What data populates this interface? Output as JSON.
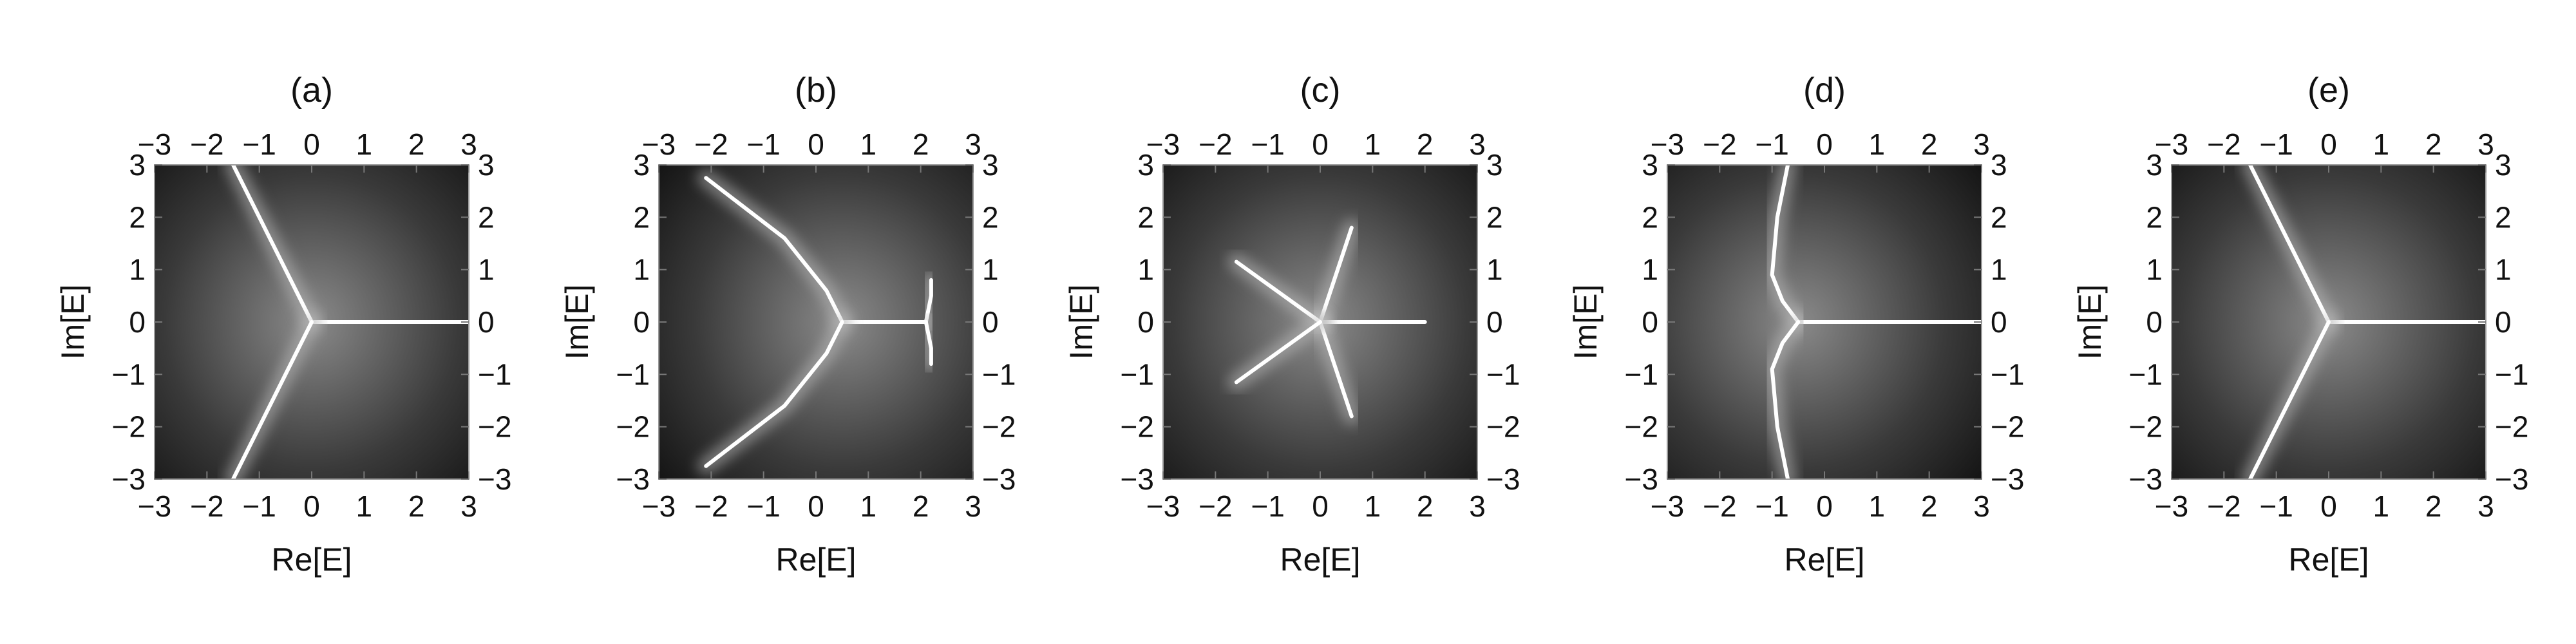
{
  "chart_data": [
    {
      "type": "heatmap",
      "title": "(a)",
      "xlabel": "Re[E]",
      "ylabel": "Im[E]",
      "xlim": [
        -3,
        3
      ],
      "ylim": [
        -3,
        3
      ],
      "ticks": [
        -3,
        -2,
        -1,
        0,
        1,
        2,
        3
      ],
      "colormap": "grayscale",
      "bright_lines": [
        {
          "points": [
            [
              0,
              0
            ],
            [
              3,
              0
            ]
          ]
        },
        {
          "points": [
            [
              0,
              0
            ],
            [
              -1.5,
              3
            ]
          ]
        },
        {
          "points": [
            [
              0,
              0
            ],
            [
              -1.5,
              -3
            ]
          ]
        }
      ]
    },
    {
      "type": "heatmap",
      "title": "(b)",
      "xlabel": "Re[E]",
      "ylabel": "Im[E]",
      "xlim": [
        -3,
        3
      ],
      "ylim": [
        -3,
        3
      ],
      "ticks": [
        -3,
        -2,
        -1,
        0,
        1,
        2,
        3
      ],
      "colormap": "grayscale",
      "bright_lines": [
        {
          "points": [
            [
              0.5,
              0
            ],
            [
              2.1,
              0
            ]
          ]
        },
        {
          "points": [
            [
              2.1,
              0
            ],
            [
              2.2,
              0.5
            ],
            [
              2.2,
              0.8
            ]
          ]
        },
        {
          "points": [
            [
              2.1,
              0
            ],
            [
              2.2,
              -0.5
            ],
            [
              2.2,
              -0.8
            ]
          ]
        },
        {
          "points": [
            [
              0.5,
              0
            ],
            [
              0.2,
              0.6
            ],
            [
              -0.6,
              1.6
            ],
            [
              -2.1,
              2.75
            ]
          ]
        },
        {
          "points": [
            [
              0.5,
              0
            ],
            [
              0.2,
              -0.6
            ],
            [
              -0.6,
              -1.6
            ],
            [
              -2.1,
              -2.75
            ]
          ]
        }
      ]
    },
    {
      "type": "heatmap",
      "title": "(c)",
      "xlabel": "Re[E]",
      "ylabel": "Im[E]",
      "xlim": [
        -3,
        3
      ],
      "ylim": [
        -3,
        3
      ],
      "ticks": [
        -3,
        -2,
        -1,
        0,
        1,
        2,
        3
      ],
      "colormap": "grayscale",
      "bright_lines": [
        {
          "points": [
            [
              0,
              0
            ],
            [
              2.0,
              0
            ]
          ]
        },
        {
          "points": [
            [
              0,
              0
            ],
            [
              0.6,
              1.8
            ]
          ]
        },
        {
          "points": [
            [
              0,
              0
            ],
            [
              0.6,
              -1.8
            ]
          ]
        },
        {
          "points": [
            [
              0,
              0
            ],
            [
              -1.6,
              1.15
            ]
          ]
        },
        {
          "points": [
            [
              0,
              0
            ],
            [
              -1.6,
              -1.15
            ]
          ]
        }
      ]
    },
    {
      "type": "heatmap",
      "title": "(d)",
      "xlabel": "Re[E]",
      "ylabel": "Im[E]",
      "xlim": [
        -3,
        3
      ],
      "ylim": [
        -3,
        3
      ],
      "ticks": [
        -3,
        -2,
        -1,
        0,
        1,
        2,
        3
      ],
      "colormap": "grayscale",
      "bright_lines": [
        {
          "points": [
            [
              -0.5,
              0
            ],
            [
              3,
              0
            ]
          ]
        },
        {
          "points": [
            [
              -0.5,
              0
            ],
            [
              -0.8,
              0.4
            ],
            [
              -1.0,
              0.9
            ],
            [
              -0.9,
              2.0
            ],
            [
              -0.7,
              3.0
            ]
          ]
        },
        {
          "points": [
            [
              -0.5,
              0
            ],
            [
              -0.8,
              -0.4
            ],
            [
              -1.0,
              -0.9
            ],
            [
              -0.9,
              -2.0
            ],
            [
              -0.7,
              -3.0
            ]
          ]
        }
      ]
    },
    {
      "type": "heatmap",
      "title": "(e)",
      "xlabel": "Re[E]",
      "ylabel": "Im[E]",
      "xlim": [
        -3,
        3
      ],
      "ylim": [
        -3,
        3
      ],
      "ticks": [
        -3,
        -2,
        -1,
        0,
        1,
        2,
        3
      ],
      "colormap": "grayscale",
      "bright_lines": [
        {
          "points": [
            [
              0,
              0
            ],
            [
              3,
              0
            ]
          ]
        },
        {
          "points": [
            [
              0,
              0
            ],
            [
              -1.5,
              3
            ]
          ]
        },
        {
          "points": [
            [
              0,
              0
            ],
            [
              -1.5,
              -3
            ]
          ]
        }
      ]
    }
  ]
}
